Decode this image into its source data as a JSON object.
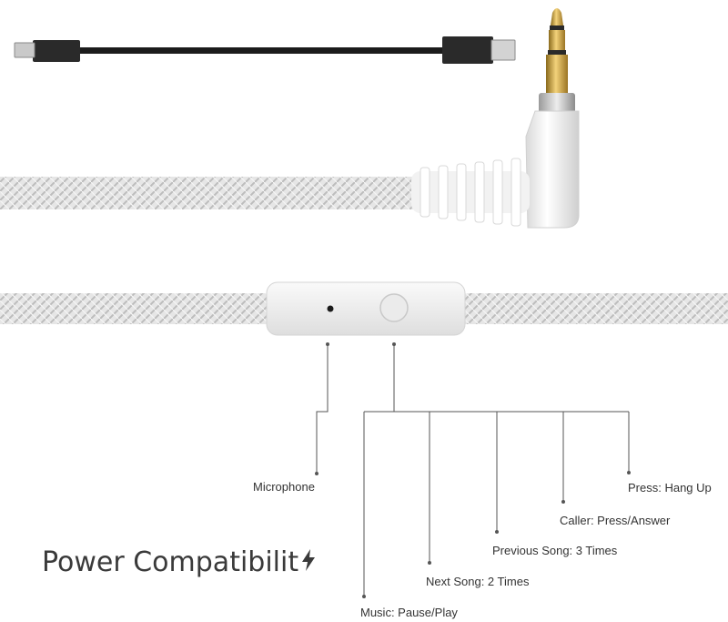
{
  "title": "Power Compatibilit",
  "title_icon": "lightning-bolt-icon",
  "callouts": {
    "microphone": "Microphone",
    "hang_up": "Press: Hang Up",
    "caller": "Caller: Press/Answer",
    "previous_song": "Previous Song: 3 Times",
    "next_song": "Next Song: 2 Times",
    "music": "Music: Pause/Play"
  },
  "colors": {
    "usb_cable": "#1c1c1c",
    "braid": "#d8d8d8",
    "plug_gold": "#c9a23a",
    "leader_line": "#555555",
    "text": "#333333"
  }
}
